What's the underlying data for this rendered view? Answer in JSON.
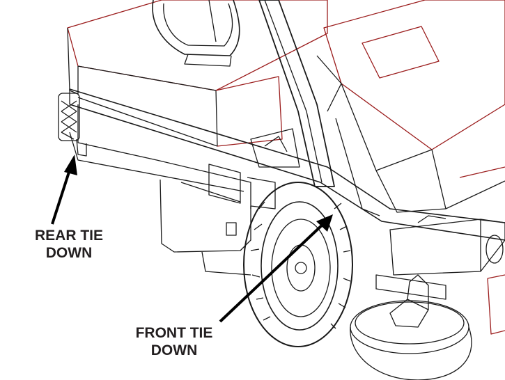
{
  "callouts": {
    "rear": {
      "line1": "REAR TIE",
      "line2": "DOWN"
    },
    "front": {
      "line1": "FRONT TIE",
      "line2": "DOWN"
    }
  },
  "colors": {
    "outline": "#1a1a1a",
    "body_edge": "#9b1c1c",
    "label": "#231f20"
  }
}
